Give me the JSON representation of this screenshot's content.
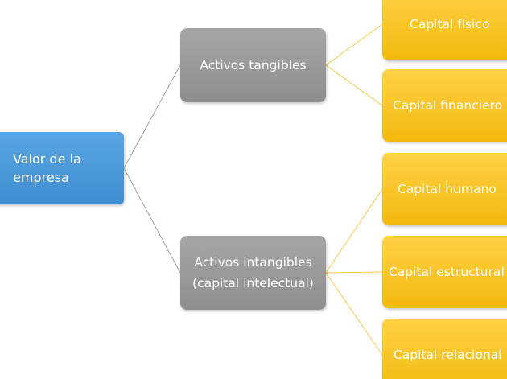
{
  "diagram": {
    "root": {
      "label": "Valor de la\nempresa",
      "color": "#4a97db"
    },
    "branches": [
      {
        "label": "Activos tangibles",
        "color": "#999999",
        "children": [
          "Capital físico",
          "Capital financiero"
        ]
      },
      {
        "label": "Activos intangibles\n(capital intelectual)",
        "color": "#999999",
        "children": [
          "Capital humano",
          "Capital estructural",
          "Capital relacional"
        ]
      }
    ],
    "leaf_color": "#f9c630",
    "connector_colors": {
      "root": "#a0a0a0",
      "branch": "#f5c842"
    }
  }
}
